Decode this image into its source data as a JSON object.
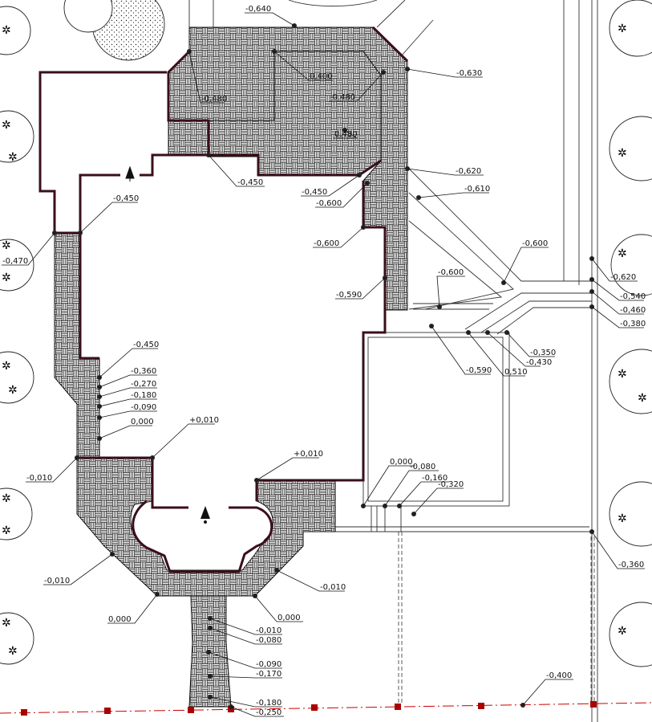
{
  "drawing": {
    "type": "site elevation plan",
    "colors": {
      "wall": "#3a0f1a",
      "boundary": "#cc0000",
      "line": "#111111"
    }
  },
  "elevations": [
    "-0,640",
    "0,400",
    "-0,480",
    "-0,480",
    "-0,630",
    "0,480",
    "-0,450",
    "-0,450",
    "-0,600",
    "-0,620",
    "-0,610",
    "-0,450",
    "-0,470",
    "-0,600",
    "-0,600",
    "-0,590",
    "-0,600",
    "-0,620",
    "-0,540",
    "-0,460",
    "-0,380",
    "-0,450",
    "-0,350",
    "-0,430",
    "-0,590",
    "0,510",
    "-0,360",
    "-0,270",
    "-0,180",
    "-0,090",
    "0,000",
    "+0,010",
    "-0,010",
    "+0,010",
    "0,000",
    "-0,080",
    "-0,160",
    "-0,320",
    "-0,360",
    "-0,010",
    "-0,010",
    "0,000",
    "0,000",
    "-0,010",
    "-0,080",
    "-0,090",
    "-0,170",
    "-0,180",
    "-0,250",
    "-0,400"
  ]
}
